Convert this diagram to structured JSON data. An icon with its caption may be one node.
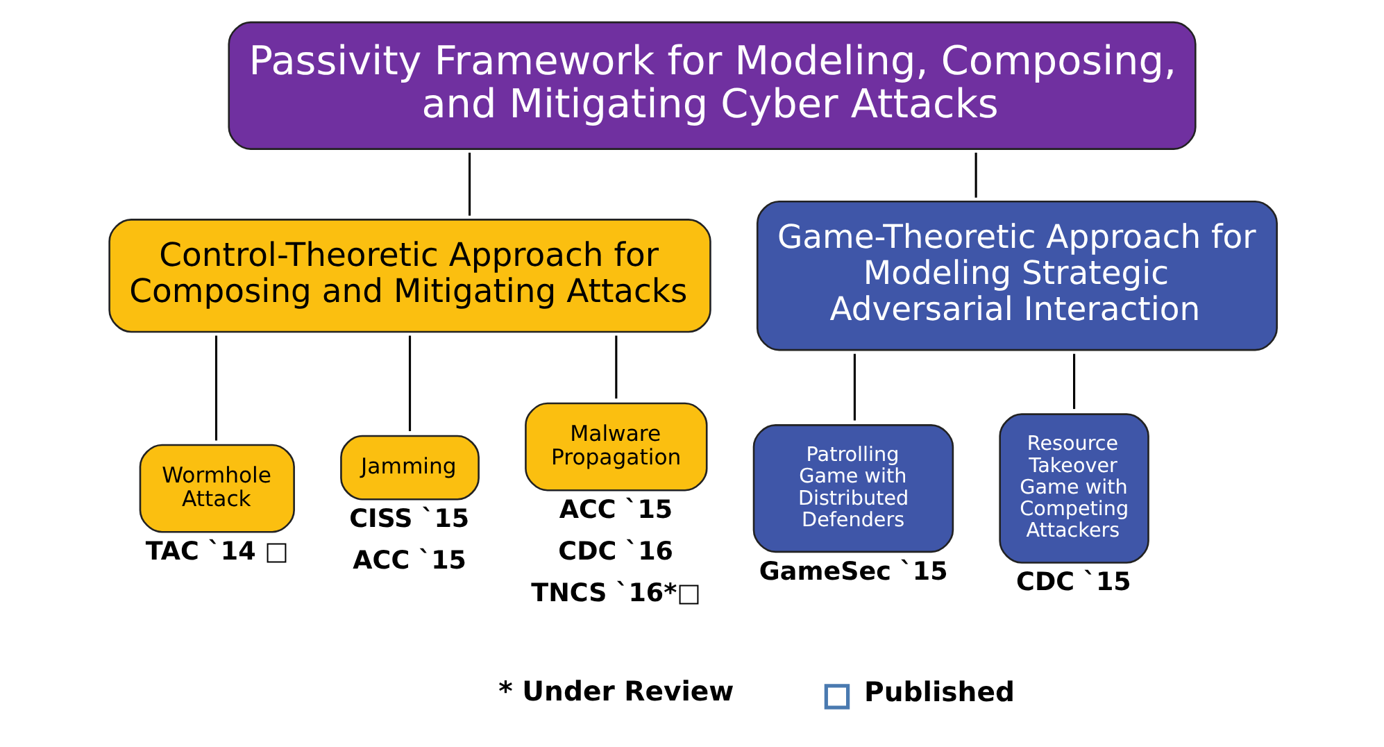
{
  "diagram": {
    "nodes": [
      {
        "text": [
          "Passivity Framework for Modeling, Composing, and Mitigating Cyber Attacks"
        ]
      },
      {
        "text": [
          "Control-Theoretic Approach for Composing and Mitigating Attacks"
        ]
      },
      {
        "text": [
          "Game-Theoretic Approach for Modeling Strategic Adversarial Interaction"
        ]
      },
      {
        "text": [
          "Wormhole Attack"
        ],
        "beside": [
          "TAC `14 □"
        ]
      },
      {
        "text": [
          "Jamming"
        ],
        "beside": [
          "CISS `15",
          "ACC `15"
        ]
      },
      {
        "text": [
          "Malware Propagation"
        ],
        "beside": [
          "ACC `15",
          "CDC `16",
          "TNCS `16*□"
        ]
      },
      {
        "text": [
          "Patrolling Game with Distributed Defenders"
        ],
        "beside": [
          "GameSec `15"
        ]
      },
      {
        "text": [
          "Resource Takeover Game with Competing Attackers"
        ],
        "beside": [
          "CDC `15"
        ]
      }
    ],
    "edges": [
      {
        "from": 0,
        "to": 1,
        "arrow": "none"
      },
      {
        "from": 0,
        "to": 2,
        "arrow": "none"
      },
      {
        "from": 1,
        "to": 3,
        "arrow": "none"
      },
      {
        "from": 1,
        "to": 4,
        "arrow": "none"
      },
      {
        "from": 1,
        "to": 5,
        "arrow": "none"
      },
      {
        "from": 2,
        "to": 6,
        "arrow": "none"
      },
      {
        "from": 2,
        "to": 7,
        "arrow": "none"
      }
    ],
    "labels": [
      "* Under Review"
    ],
    "legend": [
      {
        "text": "Published"
      }
    ]
  }
}
